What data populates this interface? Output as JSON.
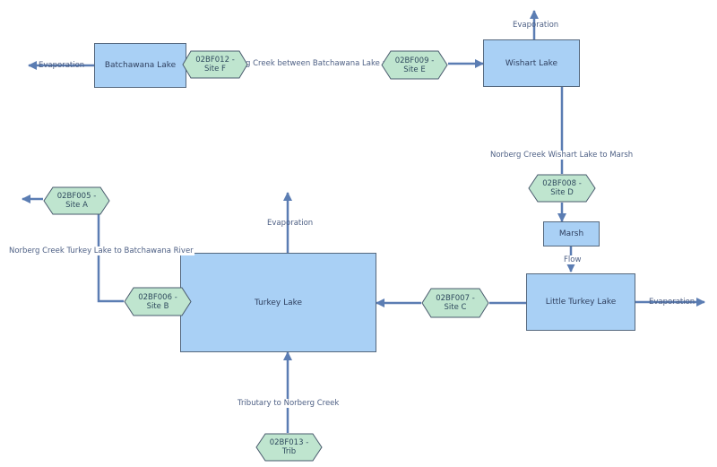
{
  "lakes": {
    "batchawana": "Batchawana Lake",
    "wishart": "Wishart Lake",
    "turkey": "Turkey Lake",
    "little_turkey": "Little Turkey Lake",
    "marsh": "Marsh"
  },
  "sites": {
    "f": "02BF012 -\nSite F",
    "e": "02BF009 -\nSite E",
    "d": "02BF008 -\nSite D",
    "a": "02BF005 -\nSite A",
    "b": "02BF006 -\nSite B",
    "c": "02BF007 -\nSite C",
    "trib": "02BF013 -\nTrib"
  },
  "labels": {
    "evap_batchawana": "Evaporation",
    "evap_wishart": "Evaporation",
    "evap_turkey": "Evaporation",
    "evap_little_turkey": "Evaporation",
    "creek_batchawana_wishart": "Norberg Creek between Batchawana Lake and Wishart Lake",
    "creek_wishart_marsh": "Norberg Creek Wishart Lake to Marsh",
    "creek_turkey_batchawana_river": "Norberg Creek Turkey Lake to Batchawana River",
    "flow": "Flow",
    "tributary": "Tributary to Norberg Creek"
  },
  "colors": {
    "connector": "#5b7db3",
    "lake_fill": "#a9d0f5",
    "site_fill": "#bfe5cf",
    "site_stroke": "#4a5b6e"
  }
}
